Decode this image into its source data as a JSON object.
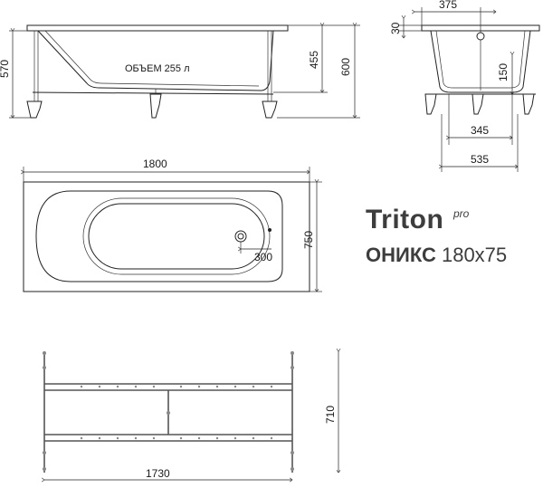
{
  "brand": {
    "name": "Triton",
    "suffix": "pro"
  },
  "model": {
    "name": "ОНИКС",
    "size": "180x75"
  },
  "side_view": {
    "volume_label": "ОБЪЕМ 255 л",
    "height_570": "570",
    "height_455": "455",
    "height_600": "600"
  },
  "end_view": {
    "width_375": "375",
    "rim_30": "30",
    "depth_150": "150",
    "leg_345": "345",
    "leg_535": "535"
  },
  "top_view": {
    "length": "1800",
    "width": "750",
    "drain_offset": "300"
  },
  "frame_view": {
    "length": "1730",
    "width": "710"
  }
}
